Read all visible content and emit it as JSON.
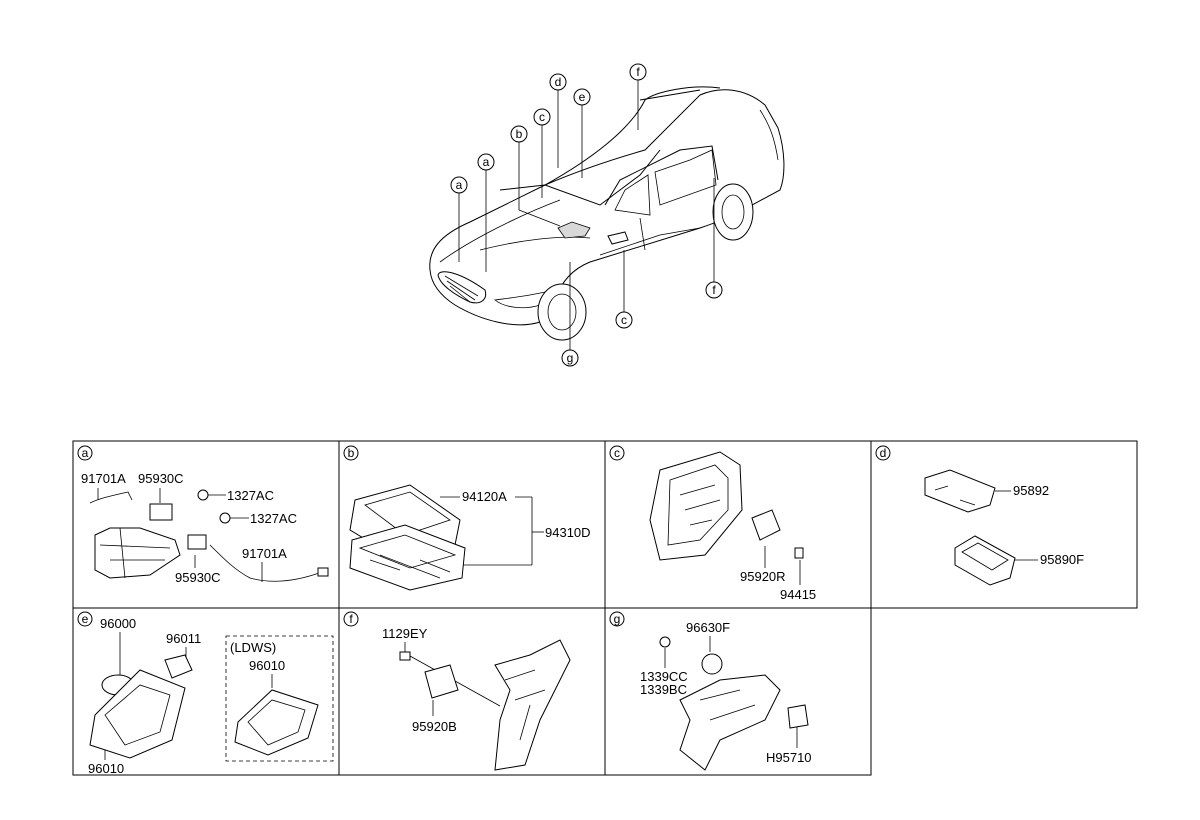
{
  "overview": {
    "callouts": [
      {
        "id": "a1",
        "letter": "a"
      },
      {
        "id": "a2",
        "letter": "a"
      },
      {
        "id": "b",
        "letter": "b"
      },
      {
        "id": "c1",
        "letter": "c"
      },
      {
        "id": "d",
        "letter": "d"
      },
      {
        "id": "e",
        "letter": "e"
      },
      {
        "id": "f1",
        "letter": "f"
      },
      {
        "id": "f2",
        "letter": "f"
      },
      {
        "id": "c2",
        "letter": "c"
      },
      {
        "id": "g",
        "letter": "g"
      }
    ]
  },
  "panels": {
    "a": {
      "letter": "a",
      "parts": [
        "91701A",
        "95930C",
        "1327AC",
        "1327AC",
        "95930C",
        "91701A"
      ]
    },
    "b": {
      "letter": "b",
      "parts": [
        "94120A",
        "94310D"
      ]
    },
    "c": {
      "letter": "c",
      "parts": [
        "95920R",
        "94415"
      ]
    },
    "d": {
      "letter": "d",
      "parts": [
        "95892",
        "95890F"
      ]
    },
    "e": {
      "letter": "e",
      "parts": [
        "96000",
        "96011",
        "96010",
        "96010"
      ],
      "box_label": "(LDWS)"
    },
    "f": {
      "letter": "f",
      "parts": [
        "1129EY",
        "95920B"
      ]
    },
    "g": {
      "letter": "g",
      "parts": [
        "96630F",
        "1339CC",
        "1339BC",
        "H95710"
      ]
    }
  }
}
